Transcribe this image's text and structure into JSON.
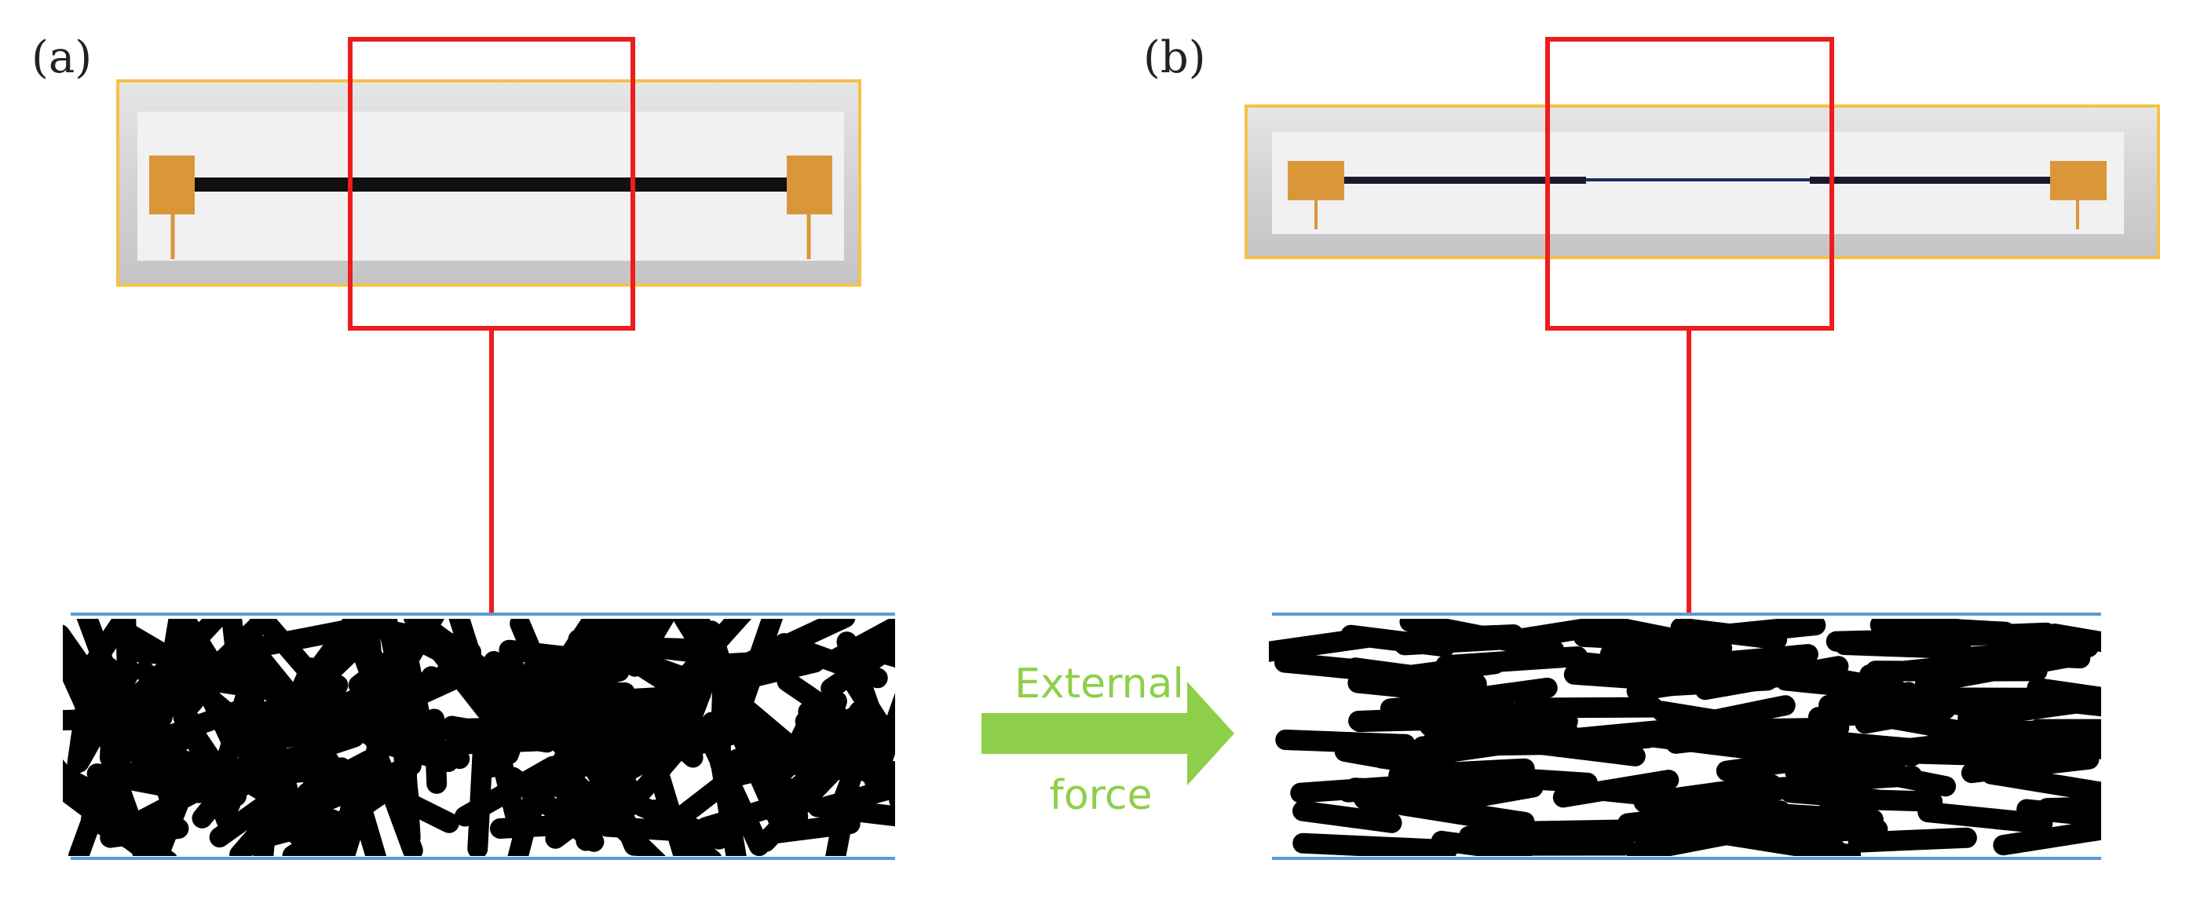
{
  "panels": [
    {
      "label": "(a)",
      "state": "random-orientation"
    },
    {
      "label": "(b)",
      "state": "aligned-orientation"
    }
  ],
  "transition": {
    "line1": "External",
    "line2": "force",
    "color": "#8dcf4a"
  },
  "colors": {
    "electrode": "#d9973a",
    "zoom_box": "#ee1c1c",
    "fiber": "#000000",
    "film_border": "#5b9bd5",
    "device_outline": "#f4c246",
    "device_frame": "#cfcfcf",
    "device_inner": "#f1f1f1"
  }
}
